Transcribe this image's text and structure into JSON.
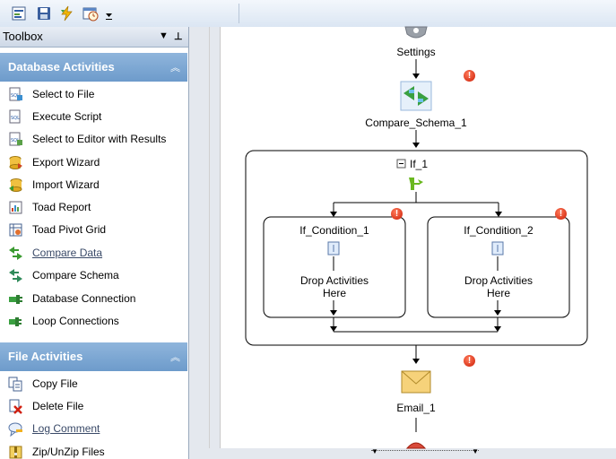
{
  "toolbar": {
    "icons": [
      "new-workflow-icon",
      "save-icon",
      "run-icon",
      "schedule-icon",
      "dropdown-arrow-icon"
    ]
  },
  "toolbox": {
    "title": "Toolbox",
    "categories": [
      {
        "label": "Database Activities",
        "items": [
          {
            "label": "Select to File",
            "icon": "sql-file-icon"
          },
          {
            "label": "Execute Script",
            "icon": "sql-script-icon"
          },
          {
            "label": "Select to Editor with Results",
            "icon": "sql-editor-icon"
          },
          {
            "label": "Export Wizard",
            "icon": "export-icon"
          },
          {
            "label": "Import Wizard",
            "icon": "import-icon"
          },
          {
            "label": "Toad Report",
            "icon": "report-icon"
          },
          {
            "label": "Toad Pivot Grid",
            "icon": "pivot-grid-icon"
          },
          {
            "label": "Compare Data",
            "icon": "compare-data-icon"
          },
          {
            "label": "Compare Schema",
            "icon": "compare-schema-icon"
          },
          {
            "label": "Database Connection",
            "icon": "db-connection-icon"
          },
          {
            "label": "Loop Connections",
            "icon": "loop-icon"
          }
        ]
      },
      {
        "label": "File Activities",
        "items": [
          {
            "label": "Copy File",
            "icon": "copy-file-icon"
          },
          {
            "label": "Delete File",
            "icon": "delete-file-icon"
          },
          {
            "label": "Log Comment",
            "icon": "log-comment-icon"
          },
          {
            "label": "Zip/UnZip Files",
            "icon": "zip-icon"
          }
        ]
      }
    ]
  },
  "workflow": {
    "settings_label": "Settings",
    "compare_label": "Compare_Schema_1",
    "if_label": "If_1",
    "condition1_label": "If_Condition_1",
    "condition2_label": "If_Condition_2",
    "drop_line1": "Drop Activities",
    "drop_line2": "Here",
    "email_label": "Email_1",
    "warning_glyph": "!",
    "expand_glyph": "−"
  },
  "colors": {
    "category_header": "#7ea8d4",
    "warning": "#d9230a",
    "selection_blue": "#4a78b8"
  }
}
